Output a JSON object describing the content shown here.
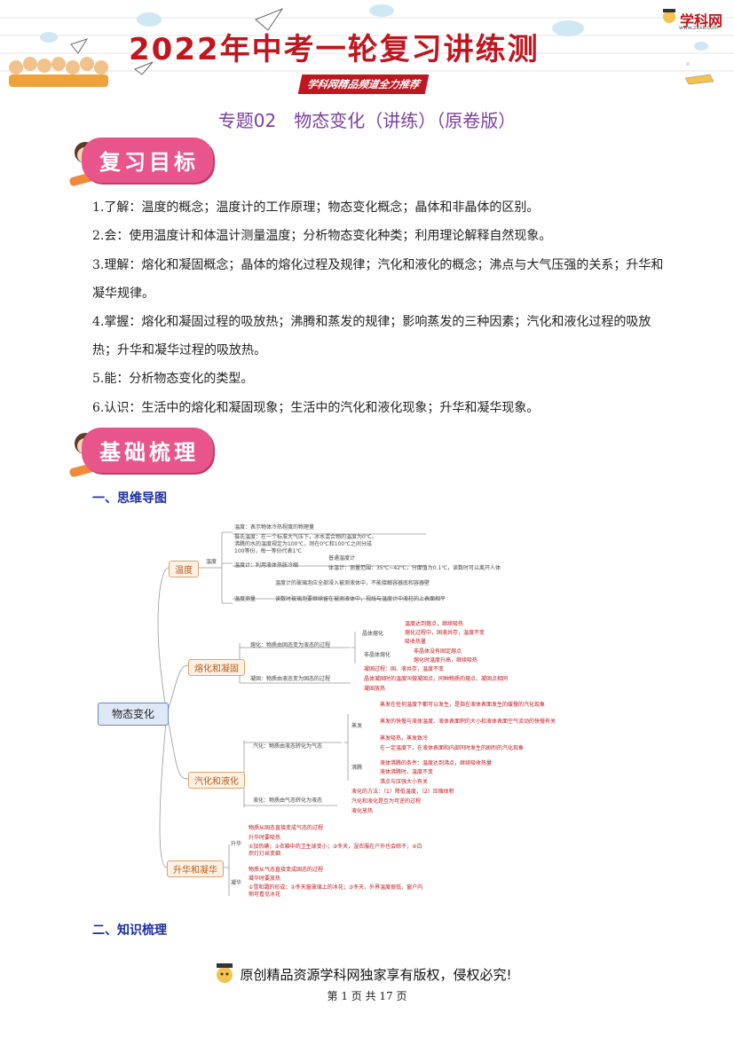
{
  "header": {
    "banner_title": "2022年中考一轮复习讲练测",
    "banner_sub": "学科网精品频道全力推荐",
    "logo": "学科网",
    "logo_url": "www.zxxk.com"
  },
  "doc_title": "专题02　物态变化（讲练）（原卷版）",
  "section1": {
    "badge": "复习目标",
    "items": [
      "1.了解：温度的概念；温度计的工作原理；物态变化概念；晶体和非晶体的区别。",
      "2.会：使用温度计和体温计测量温度；分析物态变化种类；利用理论解释自然现象。",
      "3.理解：熔化和凝固概念；晶体的熔化过程及规律；汽化和液化的概念；沸点与大气压强的关系；升华和凝华规律。",
      "4.掌握：熔化和凝固过程的吸放热；沸腾和蒸发的规律；影响蒸发的三种因素；汽化和液化过程的吸放热；升华和凝华过程的吸放热。",
      "5.能：分析物态变化的类型。",
      "6.认识：生活中的熔化和凝固现象；生活中的汽化和液化现象；升华和凝华现象。"
    ]
  },
  "section2": {
    "badge": "基础梳理",
    "h_mindmap": "一、思维导图",
    "h_knowledge": "二、知识梳理"
  },
  "mindmap": {
    "root": "物态变化",
    "branches": [
      "温度",
      "熔化和凝固",
      "汽化和液化",
      "升华和凝华"
    ],
    "t1": "温度：表示物体冷热程度的物理量",
    "t1_sub": "温度",
    "t2": "摄氏温度：在一个标准大气压下，冰水混合物的温度为0℃，",
    "t3": "沸腾的水的温度规定为100℃，则在0℃和100℃之间分成",
    "t4": "100等份，每一等份代表1℃",
    "t5": "普通温度计",
    "t6": "温度计：利用液体热胀冷缩",
    "t7": "体温计：测量范围：35℃~42℃，分度值为0.1℃，读数时可以离开人体",
    "t8": "温度计的玻璃泡应全部浸入被测液体中，不能接触容器底和容器壁",
    "t9": "温度测量",
    "t10": "读数时玻璃泡要继续留在被测液体中，视线与温度计中液柱的上表面相平",
    "m1": "熔化：物质由固态变为液态的过程",
    "m2": "晶体熔化",
    "m3": "温度达到熔点，继续吸热",
    "m4": "熔化过程中，固液共存，温度不变",
    "m5": "吸收热量",
    "m6": "非晶体熔化",
    "m7": "非晶体没有固定熔点",
    "m8": "熔化时温度升高，继续吸热",
    "m9": "凝固过程：固、液共存，温度不变",
    "m10": "凝固：物质由液态变为固态的过程",
    "m11": "晶体凝固时的温度叫做凝固点，同种物质的熔点、凝固点相同",
    "m12": "凝固放热",
    "v1": "蒸发在任何温度下都可以发生，是指在液体表面发生的缓慢的汽化现象",
    "v2": "蒸发",
    "v3": "蒸发的快慢与液体温度、液体表面积的大小和液体表面空气流动的快慢有关",
    "v4": "蒸发吸热，蒸发致冷",
    "v5": "汽化：物质由液态转化为气态",
    "v6": "在一定温度下，在液体表面和内部同时发生的剧烈的汽化现象",
    "v7": "沸腾",
    "v8": "液体沸腾的条件：温度达到沸点，继续吸收热量",
    "v9": "液体沸腾时，温度不变",
    "v10": "沸点与压强大小有关",
    "v11": "液化的方法：（1）降低温度，（2）压缩体积",
    "v12": "液化：物质由气态转化为液态",
    "v13": "汽化和液化是互为可逆的过程",
    "v14": "液化放热",
    "s1": "物质从固态直接变成气态的过程",
    "s2": "升华",
    "s3": "升华时要吸热",
    "s4": "①加热碘；②衣箱中的卫生球变小；③冬天，湿衣服在户外也会晾干；④白炽灯灯丝变细",
    "s5": "物质从气态直接变成固态的过程",
    "s6": "凝华",
    "s7": "凝华时要放热",
    "s8": "①雪和霜的形成；②冬天窗玻璃上的冰花；③冬天，外界温度很低，窗户内侧可看见冰花"
  },
  "footer": {
    "note": "原创精品资源学科网独家享有版权，侵权必究!",
    "page": "第 1 页 共 17 页"
  }
}
